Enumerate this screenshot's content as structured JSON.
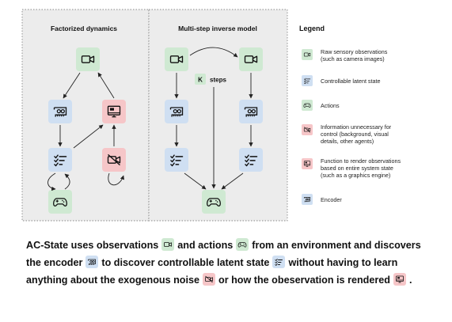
{
  "panels": {
    "left_title": "Factorized dynamics",
    "right_title": "Multi-step inverse model",
    "k_label": "K",
    "steps_label": "steps"
  },
  "legend": {
    "title": "Legend",
    "items": [
      {
        "icon": "camera-icon",
        "lines": [
          "Raw sensory observations",
          "(such as camera images)"
        ]
      },
      {
        "icon": "checklist-icon",
        "lines": [
          "Controllable latent state"
        ]
      },
      {
        "icon": "gamepad-icon",
        "lines": [
          "Actions"
        ]
      },
      {
        "icon": "camera-off-icon",
        "lines": [
          "Information unnecessary for",
          "control (background, visual",
          "details, other agents)"
        ]
      },
      {
        "icon": "monitor-icon",
        "lines": [
          "Function to render observations",
          "based on entire system state",
          "(such as a graphics engine)"
        ]
      },
      {
        "icon": "gpu-icon",
        "lines": [
          "Encoder"
        ]
      }
    ]
  },
  "caption": {
    "p1": "AC-State uses observations",
    "p2": "and actions",
    "p3": "from an environment and discovers the encoder",
    "p4": "to discover controllable latent state",
    "p5": "without having to learn anything about the exogenous noise",
    "p6": "or how the obeservation is rendered",
    "p7": "."
  },
  "colors": {
    "green": "#cfe9d2",
    "blue": "#cfdff2",
    "red": "#f6c6c8",
    "panel": "#ececec"
  }
}
